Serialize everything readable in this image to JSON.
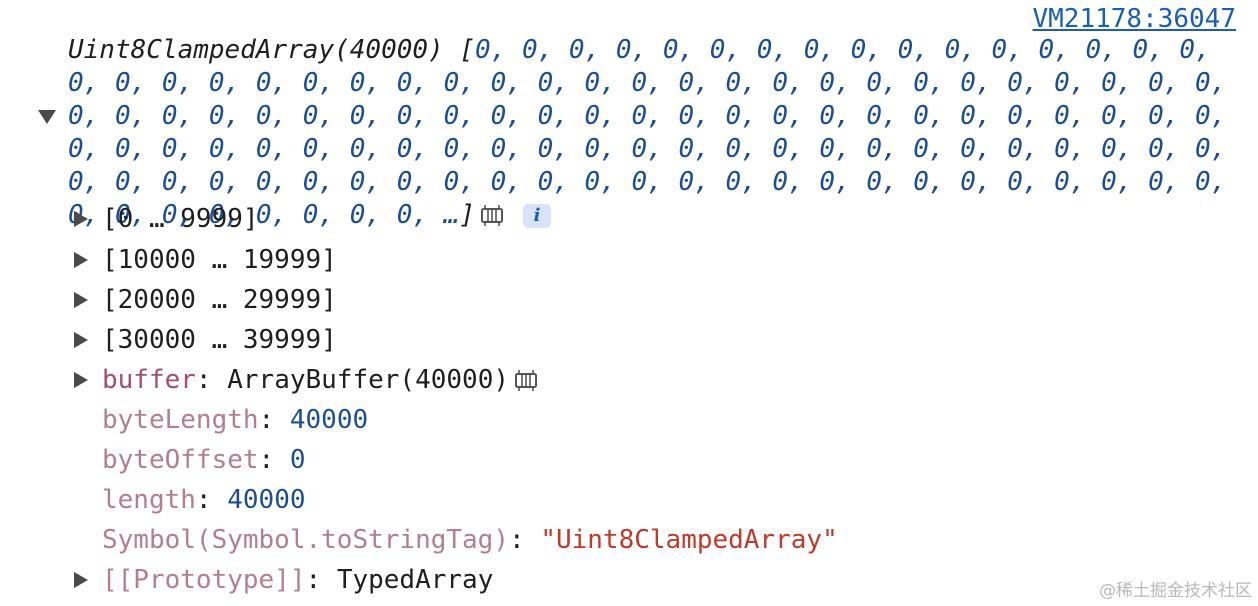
{
  "source_link": "VM21178:36047",
  "summary": {
    "type_label": "Uint8ClampedArray(40000) [",
    "zeros": "0, 0, 0, 0, 0, 0, 0, 0, 0, 0, 0, 0, 0, 0, 0, 0, 0, 0, 0, 0, 0, 0, 0, 0, 0, 0, 0, 0, 0, 0, 0, 0, 0, 0, 0, 0, 0, 0, 0, 0, 0, 0, 0, 0, 0, 0, 0, 0, 0, 0, 0, 0, 0, 0, 0, 0, 0, 0, 0, 0, 0, 0, 0, 0, 0, 0, 0, 0, 0, 0, 0, 0, 0, 0, 0, 0, 0, 0, 0, 0, 0, 0, 0, 0, 0, 0, 0, 0, 0, 0, 0, 0, 0, 0, 0, 0, 0, 0, 0, 0, 0, 0, 0, 0, 0, 0, 0, 0, 0, 0, 0, 0, 0, 0, 0, 0, 0, 0, 0, 0, 0, 0, 0, 0, …",
    "closing": "]",
    "info_label": "i"
  },
  "ranges": [
    "[0 … 9999]",
    "[10000 … 19999]",
    "[20000 … 29999]",
    "[30000 … 39999]"
  ],
  "buffer": {
    "key": "buffer",
    "value": "ArrayBuffer(40000)"
  },
  "byteLength": {
    "key": "byteLength",
    "value": "40000"
  },
  "byteOffset": {
    "key": "byteOffset",
    "value": "0"
  },
  "length": {
    "key": "length",
    "value": "40000"
  },
  "toStringTag": {
    "key": "Symbol(Symbol.toStringTag)",
    "value": "\"Uint8ClampedArray\""
  },
  "prototype": {
    "key": "[[Prototype]]",
    "value": "TypedArray"
  },
  "colon": ":",
  "watermark": "@稀土掘金技术社区",
  "colors": {
    "number": "#1c4e96",
    "string": "#c0392b",
    "property_key": "#a3506a",
    "link": "#1a5fb4"
  },
  "icons": [
    "memory-inspector-icon",
    "info-icon",
    "expand-triangle-icon",
    "collapse-triangle-icon"
  ]
}
